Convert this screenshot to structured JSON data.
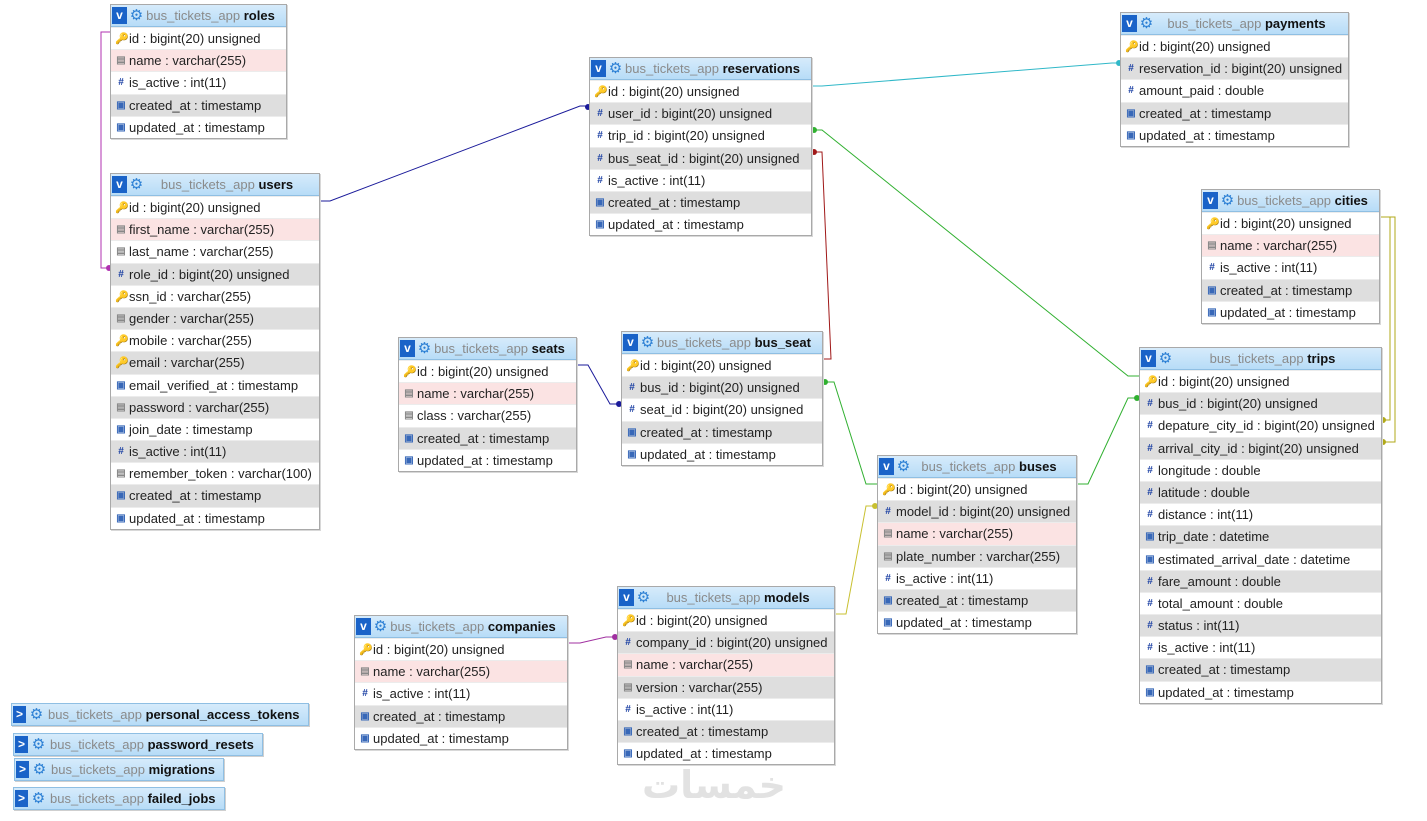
{
  "tables": [
    {
      "id": "roles",
      "db": "bus_tickets_app",
      "name": "roles",
      "fields": [
        "id : bigint(20) unsigned",
        "name : varchar(255)",
        "is_active : int(11)",
        "created_at : timestamp",
        "updated_at : timestamp"
      ]
    },
    {
      "id": "users",
      "db": "bus_tickets_app",
      "name": "users",
      "fields": [
        "id : bigint(20) unsigned",
        "first_name : varchar(255)",
        "last_name : varchar(255)",
        "role_id : bigint(20) unsigned",
        "ssn_id : varchar(255)",
        "gender : varchar(255)",
        "mobile : varchar(255)",
        "email : varchar(255)",
        "email_verified_at : timestamp",
        "password : varchar(255)",
        "join_date : timestamp",
        "is_active : int(11)",
        "remember_token : varchar(100)",
        "created_at : timestamp",
        "updated_at : timestamp"
      ]
    },
    {
      "id": "reservations",
      "db": "bus_tickets_app",
      "name": "reservations",
      "fields": [
        "id : bigint(20) unsigned",
        "user_id : bigint(20) unsigned",
        "trip_id : bigint(20) unsigned",
        "bus_seat_id : bigint(20) unsigned",
        "is_active : int(11)",
        "created_at : timestamp",
        "updated_at : timestamp"
      ]
    },
    {
      "id": "payments",
      "db": "bus_tickets_app",
      "name": "payments",
      "fields": [
        "id : bigint(20) unsigned",
        "reservation_id : bigint(20) unsigned",
        "amount_paid : double",
        "created_at : timestamp",
        "updated_at : timestamp"
      ]
    },
    {
      "id": "cities",
      "db": "bus_tickets_app",
      "name": "cities",
      "fields": [
        "id : bigint(20) unsigned",
        "name : varchar(255)",
        "is_active : int(11)",
        "created_at : timestamp",
        "updated_at : timestamp"
      ]
    },
    {
      "id": "seats",
      "db": "bus_tickets_app",
      "name": "seats",
      "fields": [
        "id : bigint(20) unsigned",
        "name : varchar(255)",
        "class : varchar(255)",
        "created_at : timestamp",
        "updated_at : timestamp"
      ]
    },
    {
      "id": "bus_seat",
      "db": "bus_tickets_app",
      "name": "bus_seat",
      "fields": [
        "id : bigint(20) unsigned",
        "bus_id : bigint(20) unsigned",
        "seat_id : bigint(20) unsigned",
        "created_at : timestamp",
        "updated_at : timestamp"
      ]
    },
    {
      "id": "trips",
      "db": "bus_tickets_app",
      "name": "trips",
      "fields": [
        "id : bigint(20) unsigned",
        "bus_id : bigint(20) unsigned",
        "depature_city_id : bigint(20) unsigned",
        "arrival_city_id : bigint(20) unsigned",
        "longitude : double",
        "latitude : double",
        "distance : int(11)",
        "trip_date : datetime",
        "estimated_arrival_date : datetime",
        "fare_amount : double",
        "total_amount : double",
        "status : int(11)",
        "is_active : int(11)",
        "created_at : timestamp",
        "updated_at : timestamp"
      ]
    },
    {
      "id": "buses",
      "db": "bus_tickets_app",
      "name": "buses",
      "fields": [
        "id : bigint(20) unsigned",
        "model_id : bigint(20) unsigned",
        "name : varchar(255)",
        "plate_number : varchar(255)",
        "is_active : int(11)",
        "created_at : timestamp",
        "updated_at : timestamp"
      ]
    },
    {
      "id": "companies",
      "db": "bus_tickets_app",
      "name": "companies",
      "fields": [
        "id : bigint(20) unsigned",
        "name : varchar(255)",
        "is_active : int(11)",
        "created_at : timestamp",
        "updated_at : timestamp"
      ]
    },
    {
      "id": "models",
      "db": "bus_tickets_app",
      "name": "models",
      "fields": [
        "id : bigint(20) unsigned",
        "company_id : bigint(20) unsigned",
        "name : varchar(255)",
        "version : varchar(255)",
        "is_active : int(11)",
        "created_at : timestamp",
        "updated_at : timestamp"
      ]
    }
  ],
  "collapsed_tables": [
    {
      "db": "bus_tickets_app",
      "name": "personal_access_tokens"
    },
    {
      "db": "bus_tickets_app",
      "name": "password_resets"
    },
    {
      "db": "bus_tickets_app",
      "name": "migrations"
    },
    {
      "db": "bus_tickets_app",
      "name": "failed_jobs"
    }
  ],
  "relations": [
    {
      "from": "users.role_id",
      "to": "roles.id",
      "color": "#b030b0"
    },
    {
      "from": "reservations.user_id",
      "to": "users.id",
      "color": "#1a1a9a"
    },
    {
      "from": "payments.reservation_id",
      "to": "reservations.id",
      "color": "#30b8c8"
    },
    {
      "from": "reservations.trip_id",
      "to": "trips.id",
      "color": "#30b030"
    },
    {
      "from": "reservations.bus_seat_id",
      "to": "bus_seat.id",
      "color": "#a01818"
    },
    {
      "from": "bus_seat.seat_id",
      "to": "seats.id",
      "color": "#1a1a9a"
    },
    {
      "from": "bus_seat.bus_id",
      "to": "buses.id",
      "color": "#30b030"
    },
    {
      "from": "trips.bus_id",
      "to": "buses.id",
      "color": "#30b030"
    },
    {
      "from": "trips.depature_city_id",
      "to": "cities.id",
      "color": "#b0a818"
    },
    {
      "from": "trips.arrival_city_id",
      "to": "cities.id",
      "color": "#b0a818"
    },
    {
      "from": "buses.model_id",
      "to": "models.id",
      "color": "#c8c030"
    },
    {
      "from": "models.company_id",
      "to": "companies.id",
      "color": "#a030a0"
    }
  ],
  "icons": {
    "toggle_expanded": "v",
    "toggle_collapsed": ">",
    "gear": "gear-icon",
    "primary_key": "key-icon",
    "indexed": "hash-icon",
    "text": "text-icon",
    "timestamp": "time-icon"
  },
  "watermark": "خمسات"
}
